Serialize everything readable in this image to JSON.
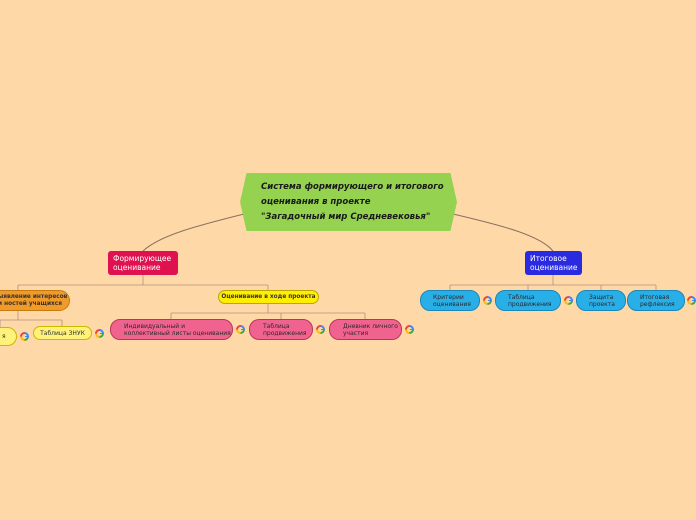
{
  "root": {
    "text": "Система формирующего и итогового\nоценивания в проекте\n\"Загадочный мир Средневековья\""
  },
  "formative": {
    "text": "Формирующее оценивание",
    "interests": {
      "text": "ыявление интересов и ностей учащихся"
    },
    "interests_child": {
      "text": "я"
    },
    "zhuk_table": {
      "text": "Таблица ЗНУК"
    },
    "during_project": {
      "text": "Оценивание в ходе проекта"
    },
    "sheets": {
      "text": "Индивидуальный и коллективный листы оценивания"
    },
    "progress_table": {
      "text": "Таблица продвижения"
    },
    "diary": {
      "text": "Дневник личного участия"
    }
  },
  "final": {
    "text": "Итоговое оценивание",
    "criteria": {
      "text": "Критерии оценивания"
    },
    "progress_table": {
      "text": "Таблица продвижения"
    },
    "defense": {
      "text": "Защита проекта"
    },
    "reflection": {
      "text": "Итоговая рефлексия"
    }
  },
  "colors": {
    "background": "#ffd8a8",
    "root": "#95d24f",
    "formative": "#e0114f",
    "final": "#2a2ae0",
    "orange": "#f09a2a",
    "yellow": "#ffee00",
    "pink": "#f1638f",
    "cyan": "#29afe8",
    "connector": "#8a7060"
  },
  "icons": {
    "link": "google-icon"
  }
}
